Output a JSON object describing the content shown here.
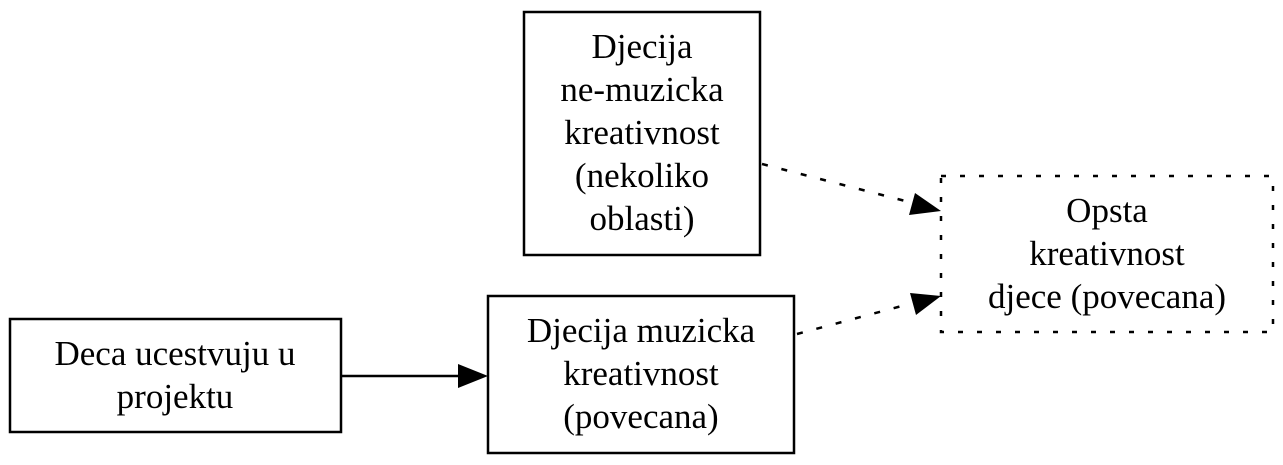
{
  "nodes": {
    "non_musical": {
      "lines": [
        "Djecija",
        "ne-muzicka",
        "kreativnost",
        "(nekoliko",
        "oblasti)"
      ],
      "border": "solid"
    },
    "participate": {
      "lines": [
        "Deca ucestvuju u",
        "projektu"
      ],
      "border": "solid"
    },
    "musical": {
      "lines": [
        "Djecija muzicka",
        "kreativnost",
        "(povecana)"
      ],
      "border": "solid"
    },
    "general": {
      "lines": [
        "Opsta",
        "kreativnost",
        "djece (povecana)"
      ],
      "border": "dotted"
    }
  },
  "edges": [
    {
      "from": "participate",
      "to": "musical",
      "style": "solid"
    },
    {
      "from": "non_musical",
      "to": "general",
      "style": "dotted"
    },
    {
      "from": "musical",
      "to": "general",
      "style": "dotted"
    }
  ]
}
